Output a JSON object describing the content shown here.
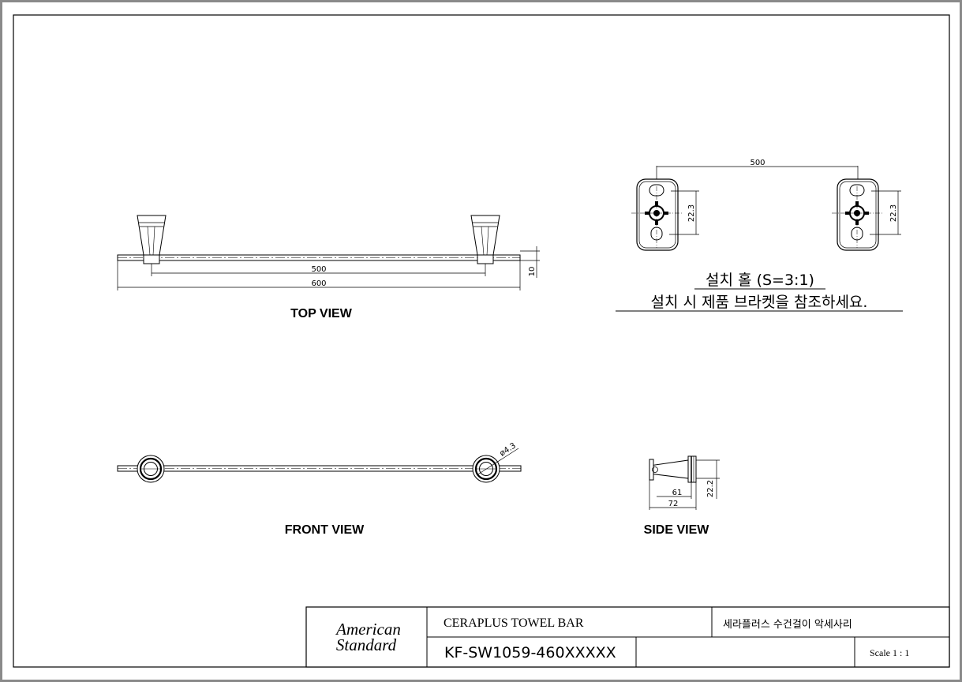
{
  "views": {
    "top_view_label": "TOP VIEW",
    "front_view_label": "FRONT VIEW",
    "side_view_label": "SIDE VIEW"
  },
  "dimensions": {
    "top_inner": "500",
    "top_overall": "600",
    "top_height": "10",
    "front_diameter": "ø4.3",
    "mount_spacing": "500",
    "mount_hole_left": "22.3",
    "mount_hole_right": "22.3",
    "side_depth_inner": "61",
    "side_depth_overall": "72",
    "side_height": "22.2"
  },
  "notes": {
    "install_hole": "설치 홀 (S=3:1)",
    "install_instruction": "설치 시 제품 브라켓을 참조하세요."
  },
  "title_block": {
    "brand_line1": "American",
    "brand_line2": "Standard",
    "product_name": "CERAPLUS TOWEL BAR",
    "product_name_kr": "세라플러스 수건걸이 악세사리",
    "model_code": "KF-SW1059-460XXXXX",
    "scale": "Scale 1 : 1"
  }
}
